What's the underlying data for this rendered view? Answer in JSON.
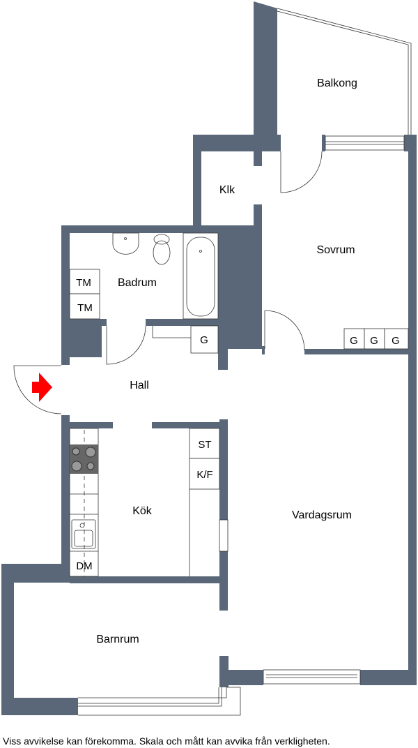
{
  "rooms": {
    "balkong": "Balkong",
    "klk": "Klk",
    "sovrum": "Sovrum",
    "badrum": "Badrum",
    "hall": "Hall",
    "kok": "Kök",
    "vardagsrum": "Vardagsrum",
    "barnrum": "Barnrum"
  },
  "fixtures": {
    "tm1": "TM",
    "tm2": "TM",
    "g_hall": "G",
    "g1": "G",
    "g2": "G",
    "g3": "G",
    "st": "ST",
    "kf": "K/F",
    "dm": "DM"
  },
  "footer": "Viss avvikelse kan förekomma. Skala och mått kan avvika från verkligheten.",
  "colors": {
    "wall": "#5a6779",
    "entrance_arrow": "#ff0000"
  }
}
